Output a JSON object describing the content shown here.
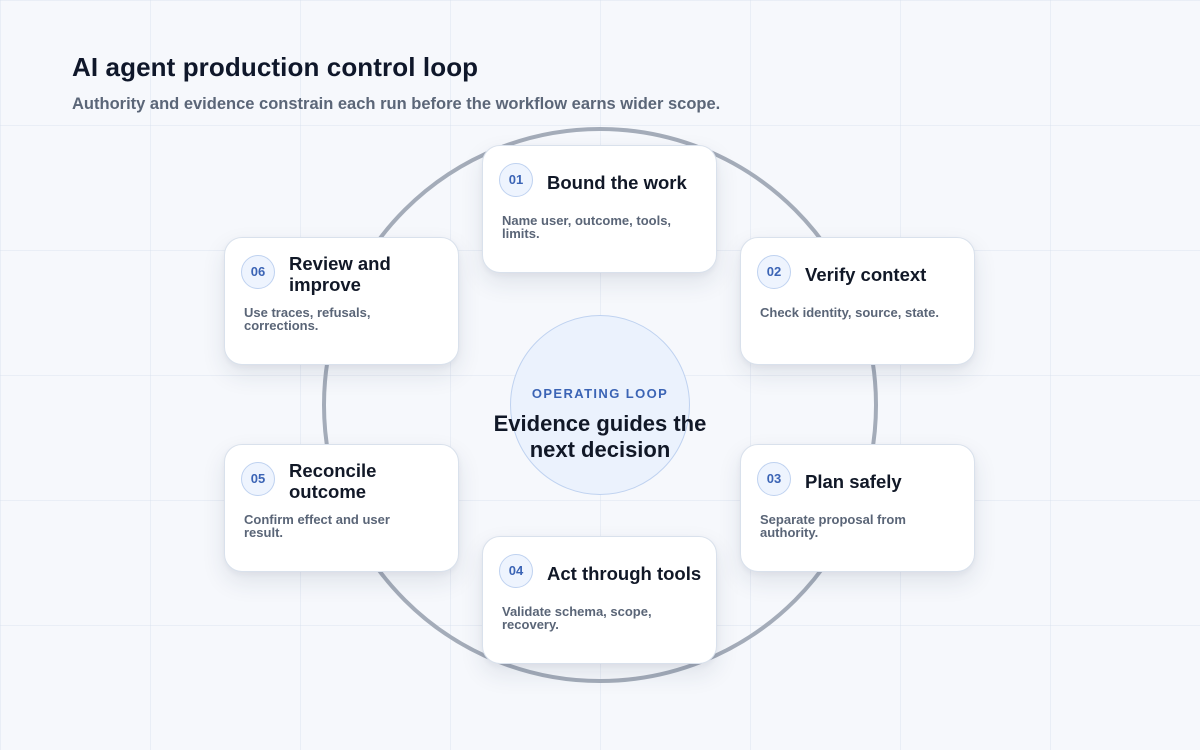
{
  "header": {
    "title": "AI agent production control loop",
    "subtitle": "Authority and evidence constrain each run before the workflow earns wider scope."
  },
  "center": {
    "kicker": "OPERATING LOOP",
    "text": "Evidence guides the next decision"
  },
  "steps": [
    {
      "number": "01",
      "title": "Bound the work",
      "description": "Name user, outcome, tools, limits."
    },
    {
      "number": "02",
      "title": "Verify context",
      "description": "Check identity, source, state."
    },
    {
      "number": "03",
      "title": "Plan safely",
      "description": "Separate proposal from authority."
    },
    {
      "number": "04",
      "title": "Act through tools",
      "description": "Validate schema, scope, recovery."
    },
    {
      "number": "05",
      "title": "Reconcile outcome",
      "description": "Confirm effect and user result."
    },
    {
      "number": "06",
      "title": "Review and improve",
      "description": "Use traces, refusals, corrections."
    }
  ],
  "colors": {
    "ring": "#a4acb9",
    "accent": "#3b64b5",
    "center_fill": "#ebf2fd",
    "title": "#0f172a"
  }
}
